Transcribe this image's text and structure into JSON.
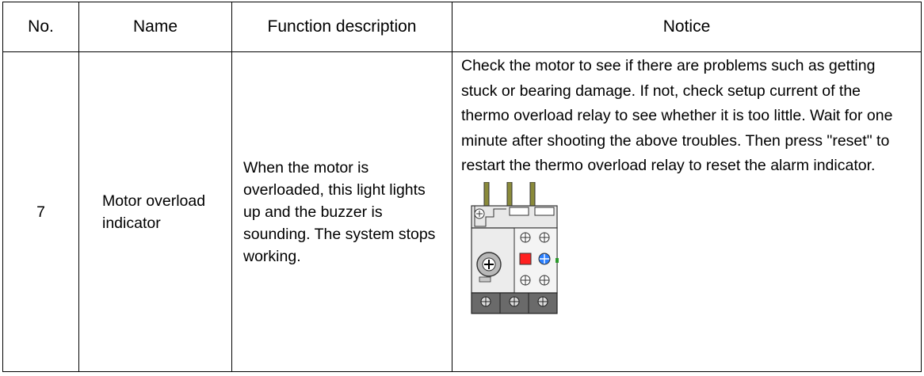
{
  "table": {
    "headers": {
      "no": "No.",
      "name": "Name",
      "function": "Function description",
      "notice": "Notice"
    },
    "rows": [
      {
        "no": "7",
        "name": "Motor overload indicator",
        "function": "When the motor is overloaded, this light lights up and the buzzer is sounding. The system stops working.",
        "notice": "Check the motor to see if there are problems such as getting stuck or bearing damage. If not, check setup current of the thermo overload relay to see whether it is too little. Wait for one minute after shooting the above troubles. Then press \"reset\" to restart the thermo overload relay to reset the alarm indicator.",
        "image_icon": "thermo-overload-relay"
      }
    ]
  },
  "colors": {
    "relay_body": "#e8e8e8",
    "reset_button": "#ff2020",
    "test_button": "#2a7fff",
    "terminal_dark": "#555555",
    "pin_olive": "#8a8a3a"
  }
}
